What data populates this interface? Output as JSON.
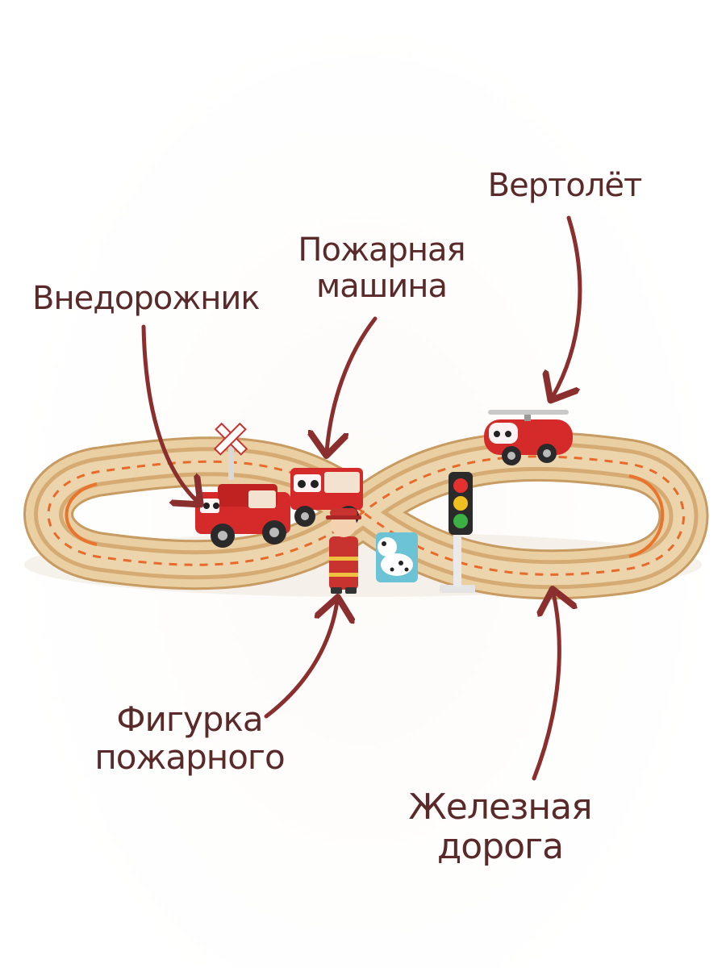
{
  "labels": {
    "helicopter": {
      "line1": "Вертолёт"
    },
    "fire_truck": {
      "line1": "Пожарная",
      "line2": "машина"
    },
    "suv": {
      "line1": "Внедорожник"
    },
    "firefighter": {
      "line1": "Фигурка",
      "line2": "пожарного"
    },
    "railway": {
      "line1": "Железная",
      "line2": "дорога"
    }
  },
  "colors": {
    "label_text": "#5a2a2a",
    "arrow": "#8b2e2e",
    "track_wood": "#e6c99a",
    "track_groove": "#d8b07a",
    "track_stripe": "#e86a2a",
    "vehicle_red": "#d42a2a"
  }
}
